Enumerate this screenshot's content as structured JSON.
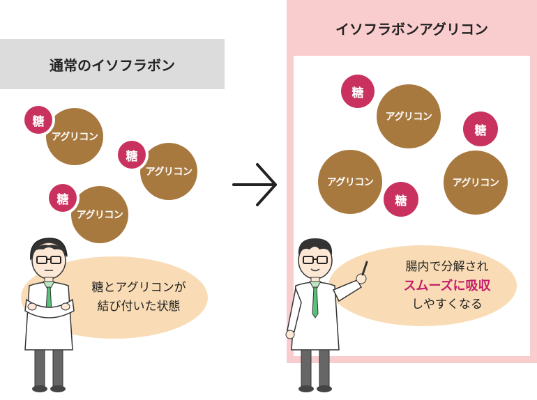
{
  "left": {
    "header": "通常のイソフラボン",
    "aglycone_label": "アグリコン",
    "sugar_label": "糖",
    "speech": [
      "糖とアグリコンが",
      "結び付いた状態"
    ]
  },
  "right": {
    "header": "イソフラボンアグリコン",
    "aglycone_label": "アグリコン",
    "sugar_label": "糖",
    "speech": [
      "腸内で分解され",
      "スムーズに吸収",
      "しやすくなる"
    ]
  },
  "colors": {
    "aglycone": "#a8793f",
    "sugar": "#c9325e",
    "speech_bubble": "#f9dcb5",
    "highlight": "#c41a6a",
    "left_header_bg": "#dcdcdc",
    "right_panel_bg": "#f9cccd"
  },
  "icons": [
    "right-arrow-icon",
    "scientist-arms-crossed-icon",
    "scientist-pointing-icon"
  ]
}
